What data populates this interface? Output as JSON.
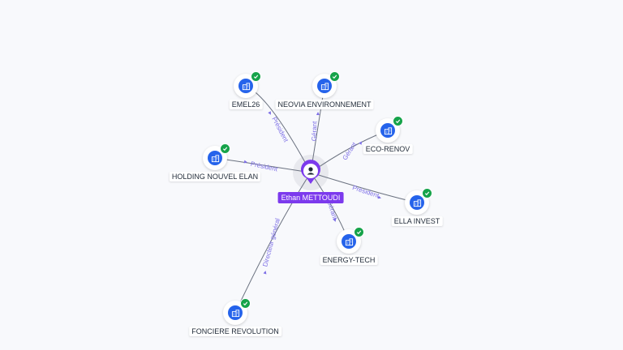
{
  "center": {
    "name": "Ethan METTOUDI",
    "icon": "person-icon",
    "color": "#7c3aed"
  },
  "companies": [
    {
      "id": "emel26",
      "name": "EMEL26",
      "role": "Président",
      "icon": "building-icon",
      "verified": true
    },
    {
      "id": "neovia",
      "name": "NEOVIA ENVIRONNEMENT",
      "role": "Gérant",
      "icon": "building-icon",
      "verified": true
    },
    {
      "id": "ecorenov",
      "name": "ECO-RENOV",
      "role": "Gérant",
      "icon": "building-icon",
      "verified": true
    },
    {
      "id": "holding",
      "name": "HOLDING NOUVEL ELAN",
      "role": "Président",
      "icon": "building-icon",
      "verified": true
    },
    {
      "id": "ella",
      "name": "ELLA INVEST",
      "role": "Président",
      "icon": "building-icon",
      "verified": true
    },
    {
      "id": "energy",
      "name": "ENERGY-TECH",
      "role": "Gérant",
      "icon": "building-icon",
      "verified": true
    },
    {
      "id": "fonciere",
      "name": "FONCIERE REVOLUTION",
      "role": "Directeur général",
      "icon": "building-icon",
      "verified": true
    }
  ],
  "colors": {
    "company": "#2563eb",
    "verified": "#16a34a",
    "role_label": "#7c6ee6",
    "edge": "#6b7280"
  }
}
